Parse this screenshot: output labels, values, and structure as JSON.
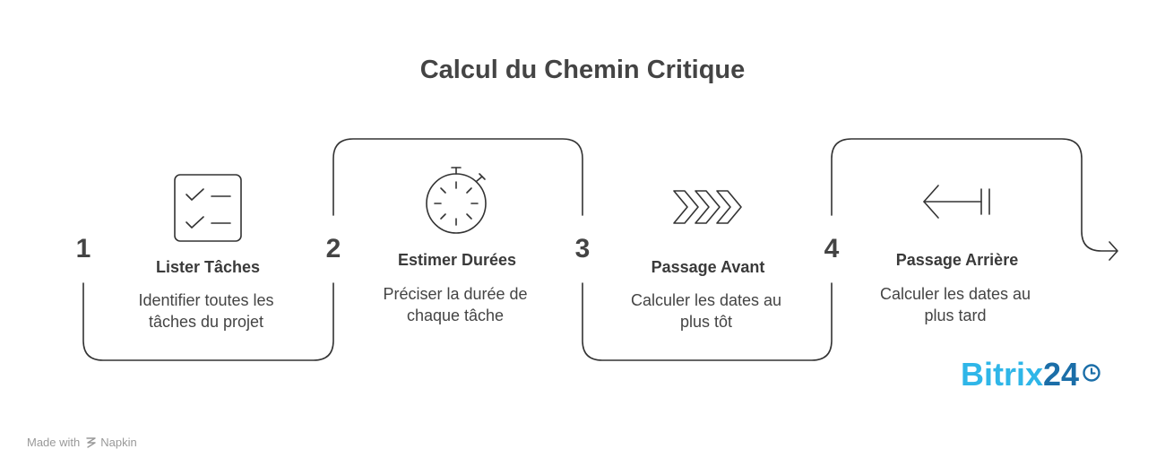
{
  "title": "Calcul du Chemin Critique",
  "steps": [
    {
      "number": "1",
      "title": "Lister Tâches",
      "description_lines": [
        "Identifier toutes les",
        "tâches du projet"
      ],
      "icon": "checklist-icon"
    },
    {
      "number": "2",
      "title": "Estimer Durées",
      "description_lines": [
        "Préciser la durée de",
        "chaque tâche"
      ],
      "icon": "stopwatch-icon"
    },
    {
      "number": "3",
      "title": "Passage Avant",
      "description_lines": [
        "Calculer les dates au",
        "plus tôt"
      ],
      "icon": "forward-chevrons-icon"
    },
    {
      "number": "4",
      "title": "Passage Arrière",
      "description_lines": [
        "Calculer les dates au",
        "plus tard"
      ],
      "icon": "backward-arrow-icon"
    }
  ],
  "brand": {
    "part1": "Bitrix",
    "part2": "24",
    "icon": "clock-icon"
  },
  "footer": {
    "prefix": "Made with",
    "name": "Napkin",
    "icon": "napkin-logo-icon"
  },
  "colors": {
    "line": "#333333",
    "text": "#444444",
    "brand_light": "#2fb6e8",
    "brand_dark": "#1b6ea8",
    "footer": "#999999"
  }
}
